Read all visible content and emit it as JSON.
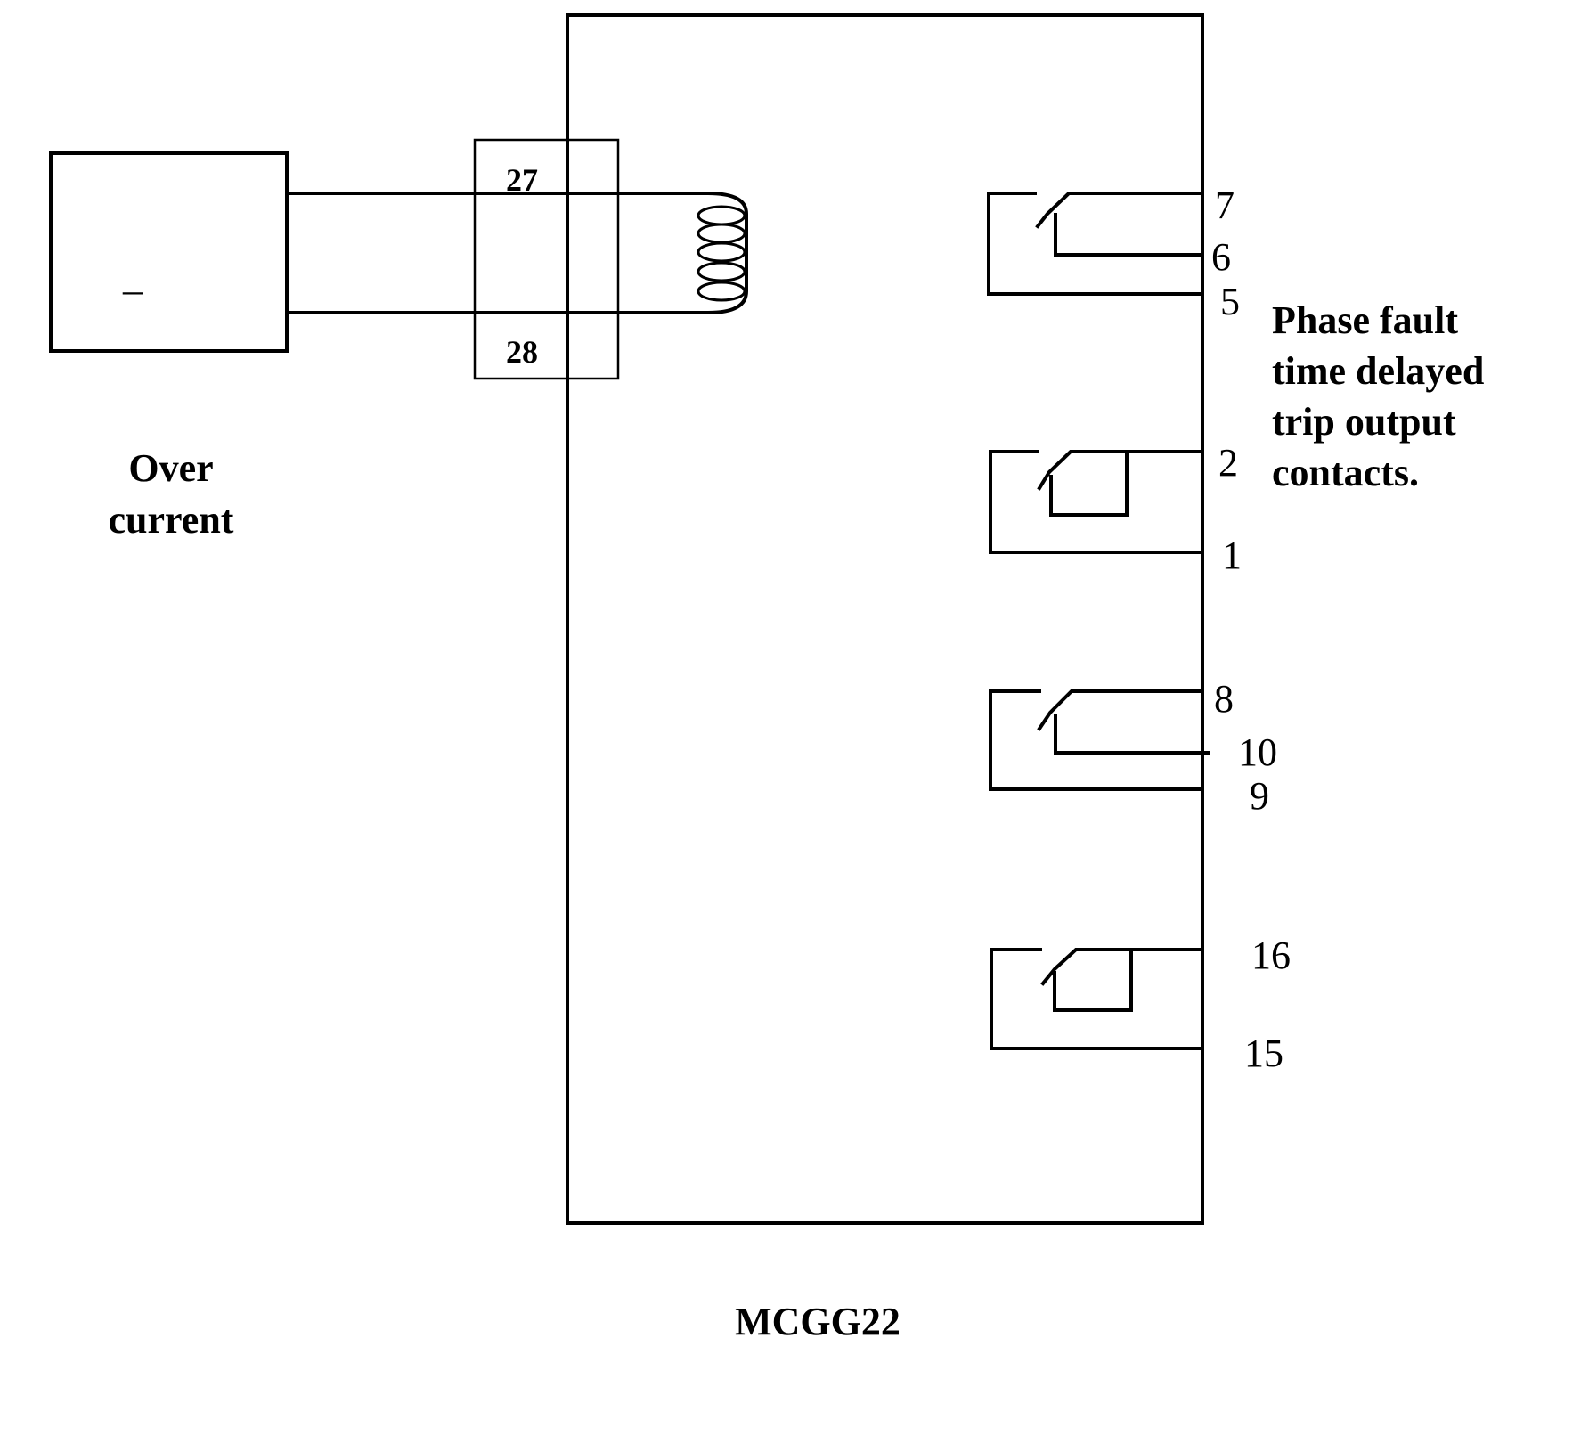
{
  "source_block": {
    "symbol": "–",
    "label_line1": "Over",
    "label_line2": "current"
  },
  "connector": {
    "pin_top": "27",
    "pin_bottom": "28"
  },
  "relay": {
    "name": "MCGG22"
  },
  "contacts": {
    "group1": {
      "top": "7",
      "mid": "6",
      "bottom": "5"
    },
    "group2": {
      "top": "2",
      "bottom": "1"
    },
    "group3": {
      "top": "8",
      "mid": "10",
      "bottom": "9"
    },
    "group4": {
      "top": "16",
      "bottom": "15"
    }
  },
  "annotation": {
    "line1": "Phase fault",
    "line2": "time delayed",
    "line3": "trip output",
    "line4": "contacts."
  }
}
